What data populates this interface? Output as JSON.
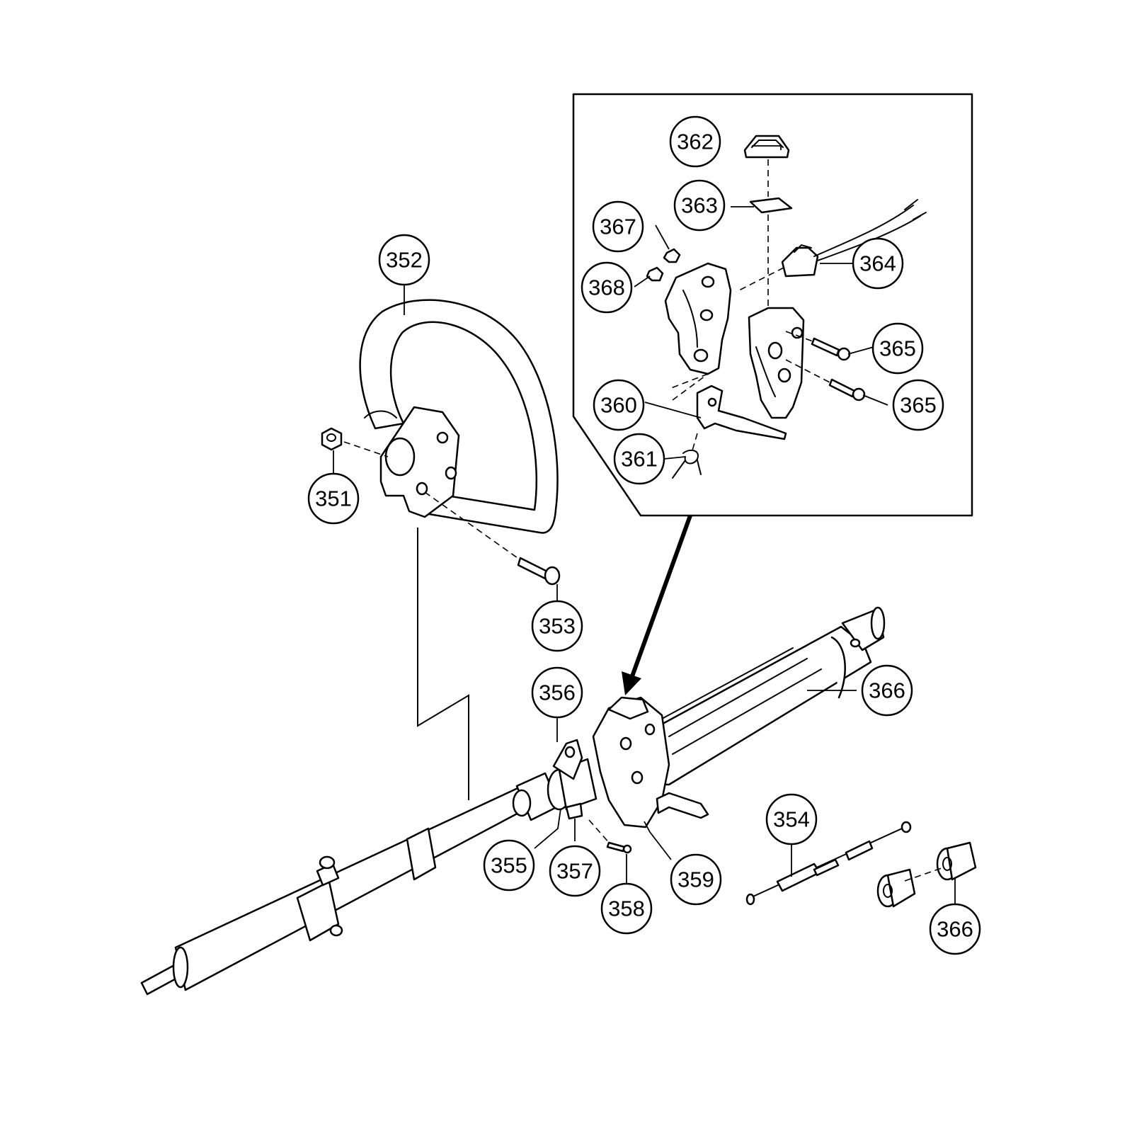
{
  "callouts": [
    {
      "id": "c351",
      "label": "351"
    },
    {
      "id": "c352",
      "label": "352"
    },
    {
      "id": "c353",
      "label": "353"
    },
    {
      "id": "c354",
      "label": "354"
    },
    {
      "id": "c355",
      "label": "355"
    },
    {
      "id": "c356",
      "label": "356"
    },
    {
      "id": "c357",
      "label": "357"
    },
    {
      "id": "c358",
      "label": "358"
    },
    {
      "id": "c359",
      "label": "359"
    },
    {
      "id": "c360",
      "label": "360"
    },
    {
      "id": "c361",
      "label": "361"
    },
    {
      "id": "c362",
      "label": "362"
    },
    {
      "id": "c363",
      "label": "363"
    },
    {
      "id": "c364",
      "label": "364"
    },
    {
      "id": "c365a",
      "label": "365"
    },
    {
      "id": "c365b",
      "label": "365"
    },
    {
      "id": "c366a",
      "label": "366"
    },
    {
      "id": "c366b",
      "label": "366"
    },
    {
      "id": "c367",
      "label": "367"
    },
    {
      "id": "c368",
      "label": "368"
    }
  ]
}
